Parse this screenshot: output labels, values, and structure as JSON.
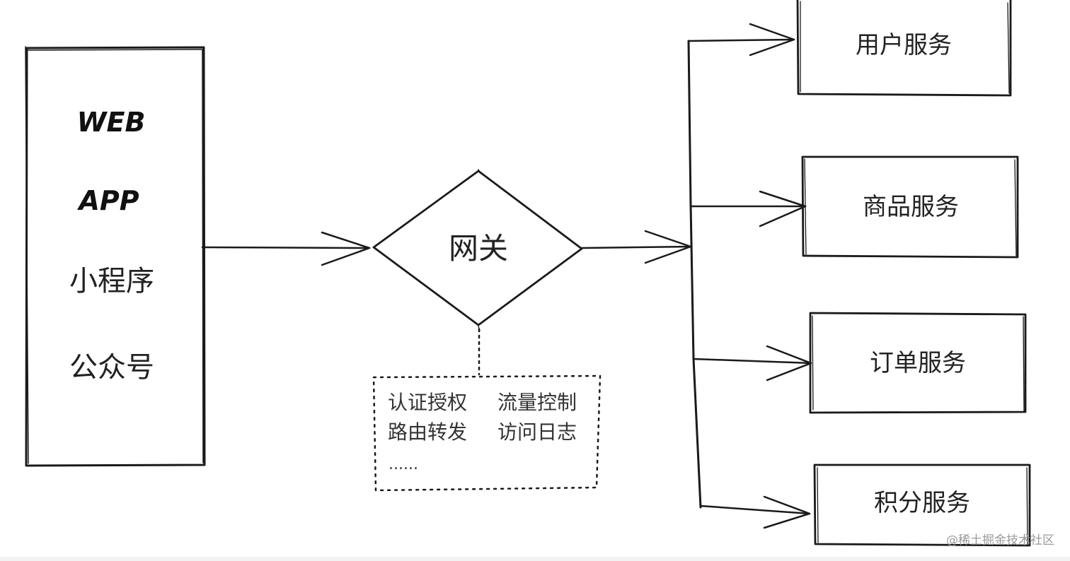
{
  "clients": {
    "items": [
      "WEB",
      "APP",
      "小程序",
      "公众号"
    ]
  },
  "gateway": {
    "label": "网关"
  },
  "gateway_notes": {
    "row1_left": "认证授权",
    "row1_right": "流量控制",
    "row2_left": "路由转发",
    "row2_right": "访问日志",
    "more": "......"
  },
  "services": {
    "items": [
      "用户服务",
      "商品服务",
      "订单服务",
      "积分服务"
    ]
  },
  "watermark": "@稀土掘金技术社区"
}
